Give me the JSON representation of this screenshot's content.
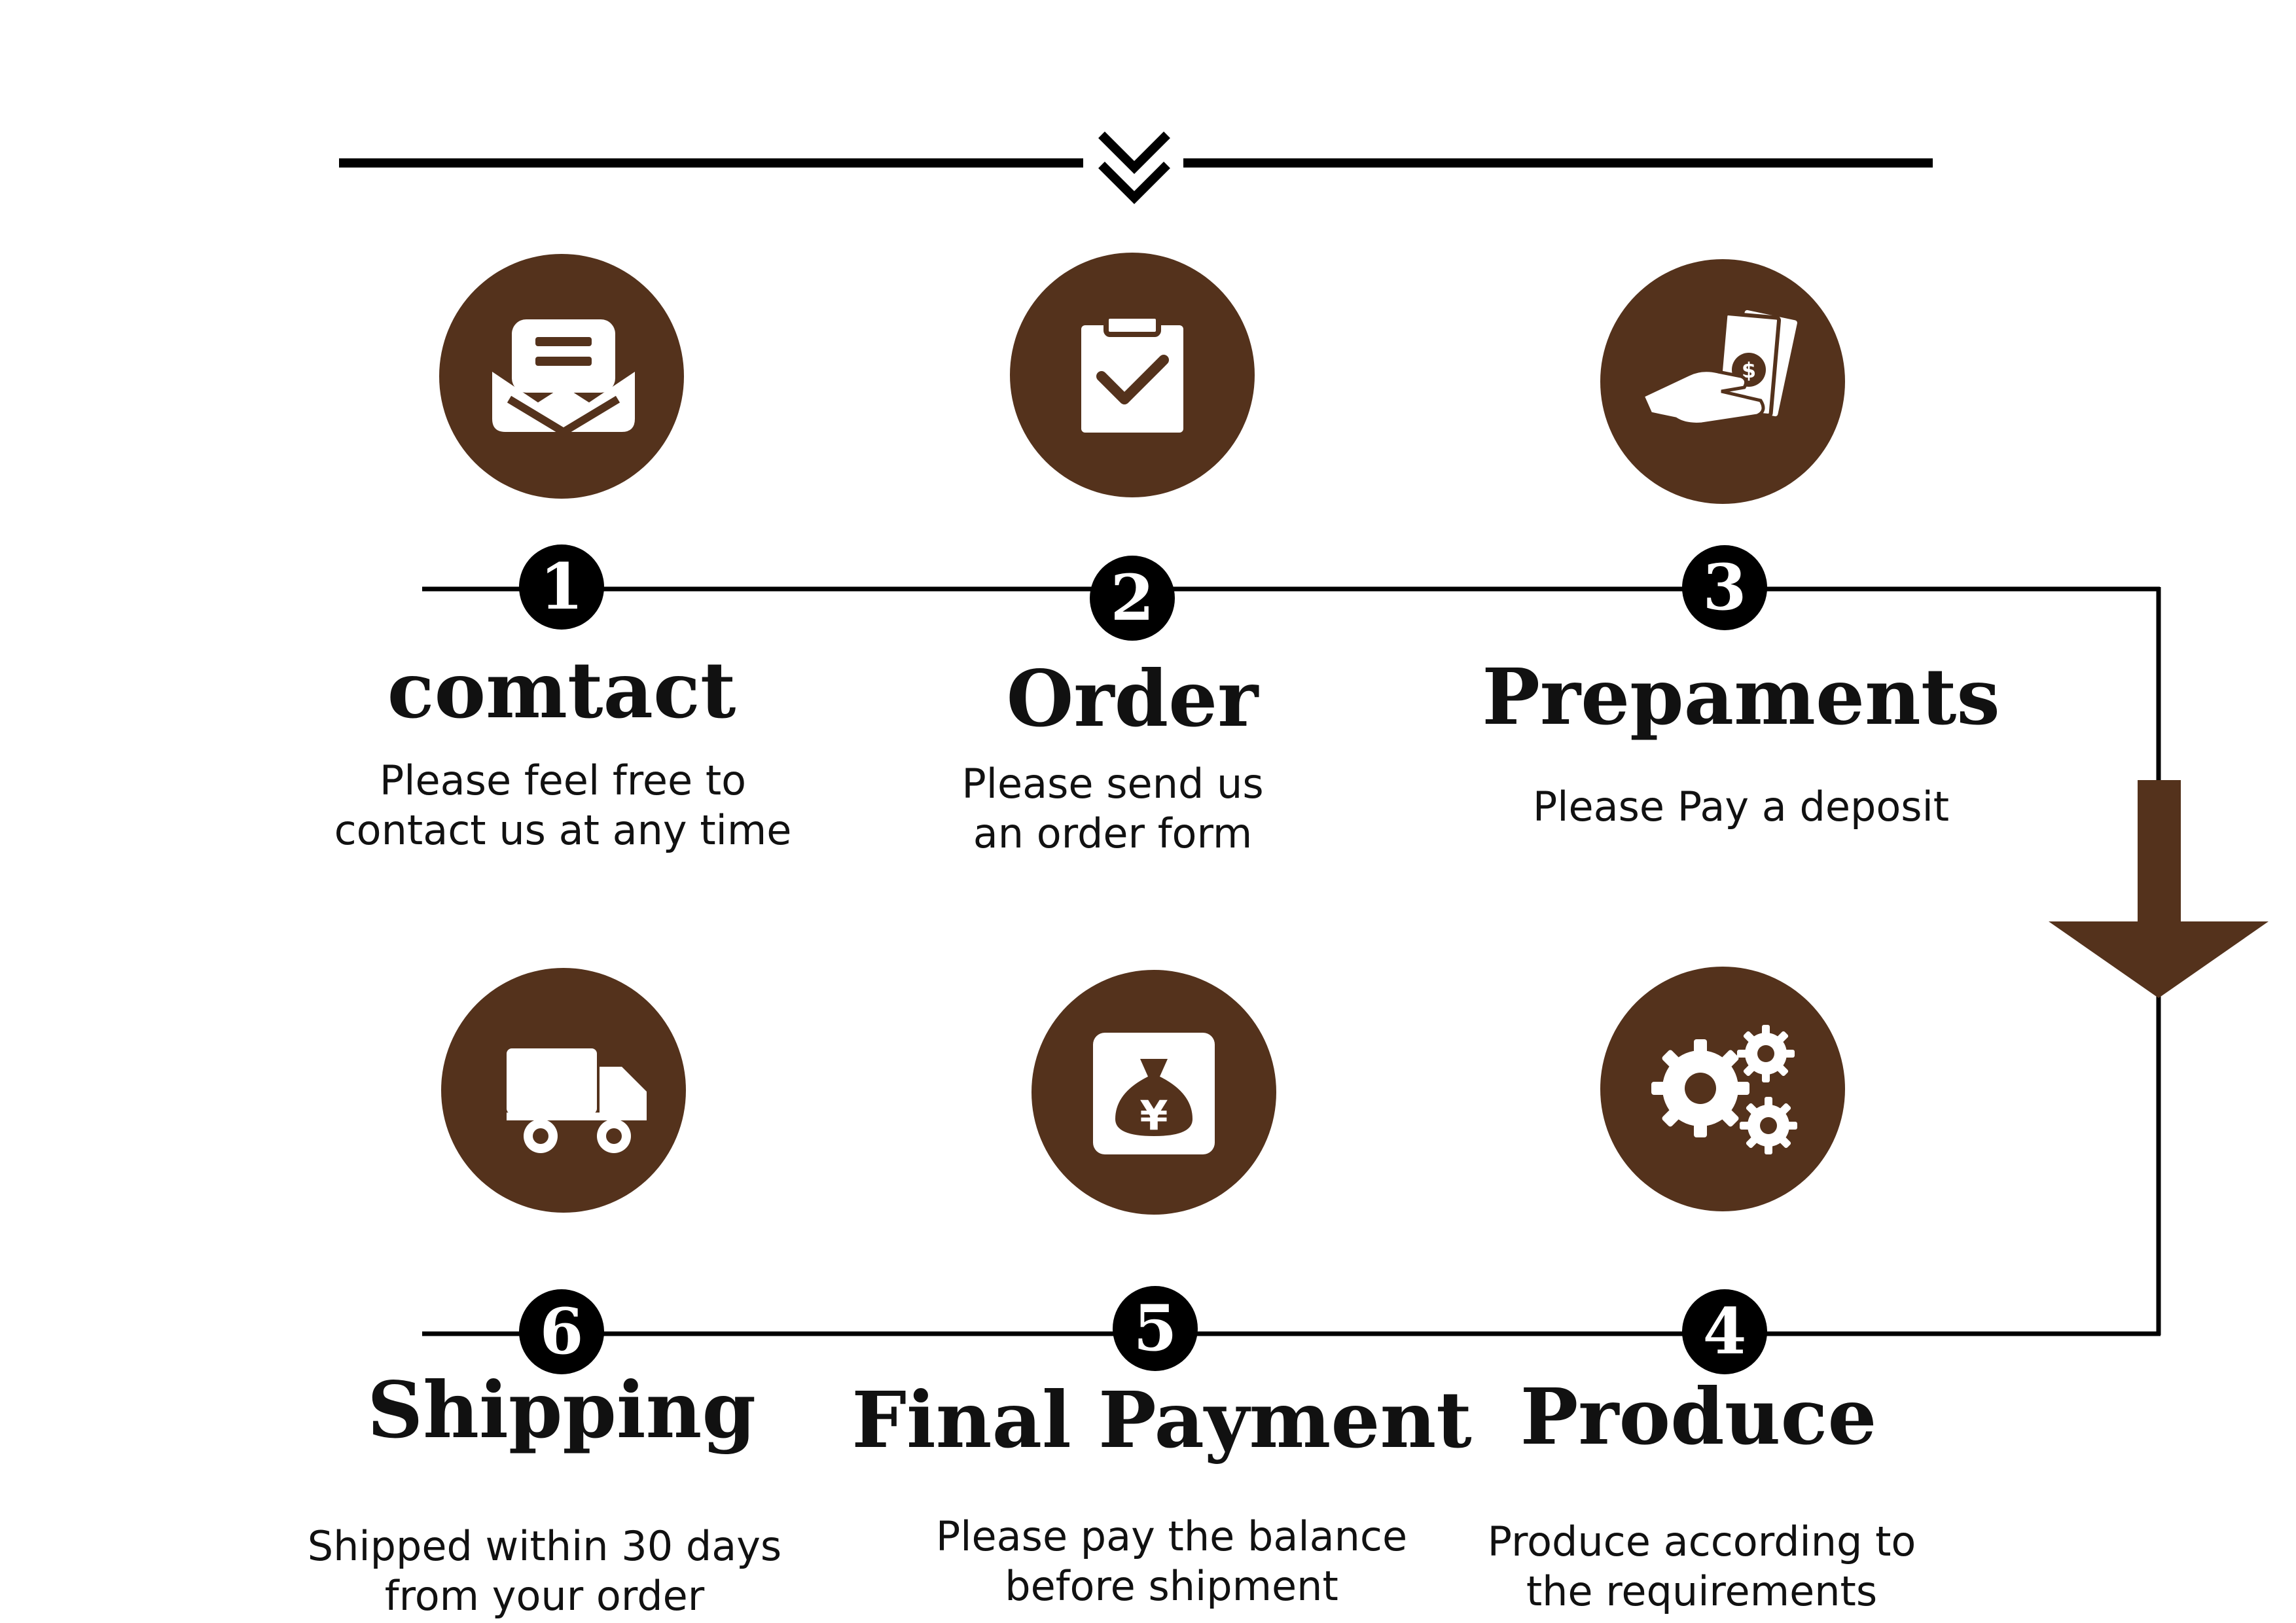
{
  "colors": {
    "brand_brown": "#54321c",
    "line": "#000000",
    "text": "#111111"
  },
  "steps": [
    {
      "number": "1",
      "title": "comtact",
      "desc_line1": "Please feel free to",
      "desc_line2": "contact us at any time",
      "icon": "envelope-icon"
    },
    {
      "number": "2",
      "title": "Order",
      "desc_line1": "Please send us",
      "desc_line2": "an order form",
      "icon": "clipboard-check-icon"
    },
    {
      "number": "3",
      "title": "Prepaments",
      "desc_line1": "Please Pay a deposit",
      "desc_line2": "",
      "icon": "hand-money-icon"
    },
    {
      "number": "4",
      "title": "Produce",
      "desc_line1": "Produce according to",
      "desc_line2": "the requirements",
      "icon": "gears-icon"
    },
    {
      "number": "5",
      "title": "Final Payment",
      "desc_line1": "Please pay the balance",
      "desc_line2": "before shipment",
      "icon": "money-bag-yen-icon"
    },
    {
      "number": "6",
      "title": "Shipping",
      "desc_line1": "Shipped within 30 days",
      "desc_line2": "from your order",
      "icon": "truck-icon"
    }
  ]
}
